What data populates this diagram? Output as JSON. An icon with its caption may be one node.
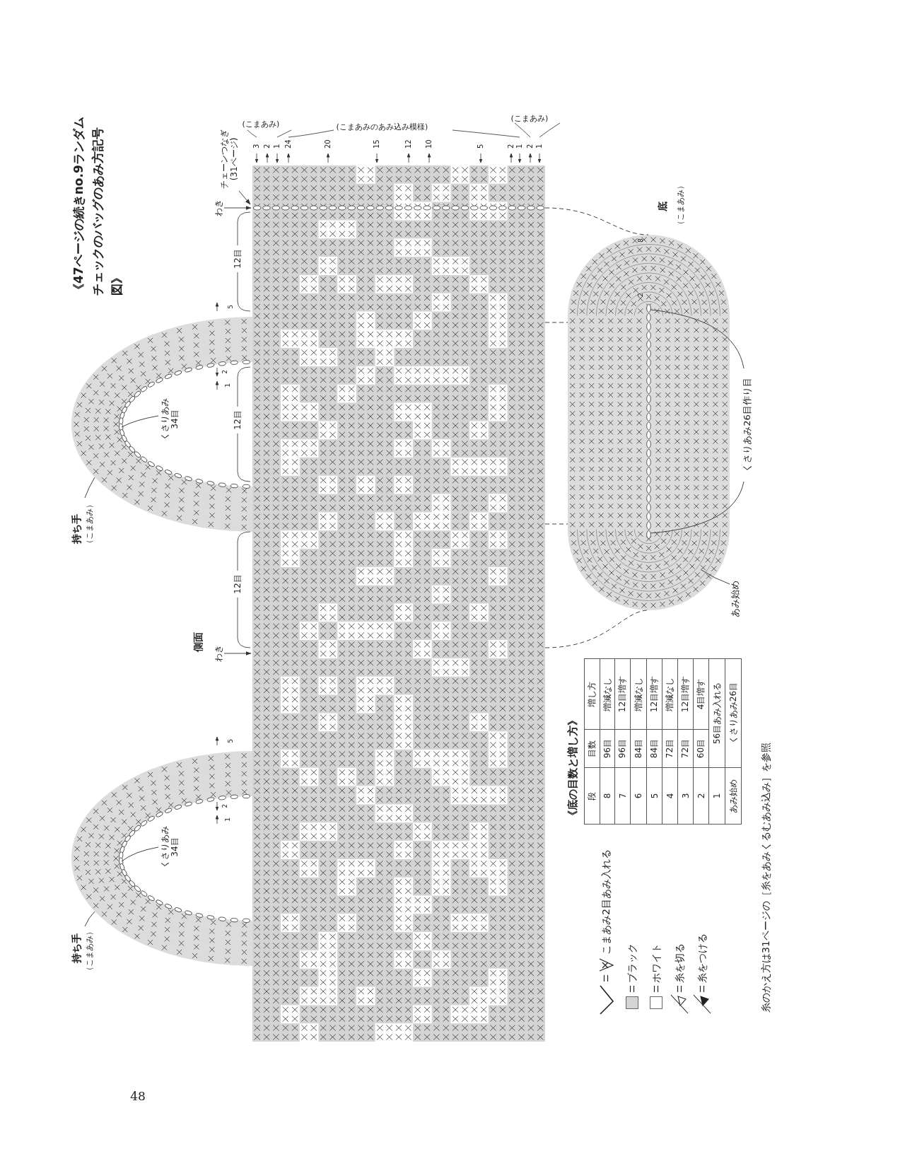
{
  "diagram": {
    "title": "《47ページの続きno.9ランダムチェックのバッグのあみ方記号図》",
    "nodes": [
      {
        "text": [
          "側面"
        ]
      },
      {
        "text": [
          "持ち手",
          "（こまあみ）"
        ]
      },
      {
        "text": [],
        "shape": "picture"
      },
      {
        "text": [
          "くさりあみ34目"
        ]
      },
      {
        "text": [
          "持ち手",
          "（こまあみ）"
        ]
      },
      {
        "text": [],
        "shape": "picture"
      },
      {
        "text": [
          "くさりあみ34目"
        ]
      },
      {
        "text": [
          "わき"
        ]
      },
      {
        "text": [
          "チェーンつなぎ(31ページ)"
        ]
      },
      {
        "text": [
          "わき"
        ]
      },
      {
        "text": [
          "底",
          "（こまあみ）"
        ]
      },
      {
        "text": [
          "くさりあみ26目作り目"
        ]
      },
      {
        "text": [
          "あみ始め"
        ]
      }
    ],
    "edges": [
      {
        "from": 0,
        "to": 10,
        "arrow": "none",
        "style": "dashed"
      },
      {
        "from": 0,
        "to": 10,
        "arrow": "none",
        "style": "dashed"
      },
      {
        "from": 0,
        "to": 10,
        "arrow": "none",
        "style": "dashed"
      },
      {
        "from": 0,
        "to": 10,
        "arrow": "none",
        "style": "dashed"
      },
      {
        "from": 1,
        "to": 2,
        "arrow": "none"
      },
      {
        "from": 3,
        "to": 2,
        "arrow": "none"
      },
      {
        "from": 4,
        "to": 5,
        "arrow": "none"
      },
      {
        "from": 6,
        "to": 5,
        "arrow": "none"
      },
      {
        "from": 7,
        "to": 0,
        "arrow": "to"
      },
      {
        "from": 8,
        "to": 0,
        "arrow": "to"
      },
      {
        "from": 9,
        "to": 0,
        "arrow": "to"
      },
      {
        "from": 11,
        "to": 10,
        "arrow": "none"
      },
      {
        "from": 11,
        "to": 10,
        "arrow": "none"
      },
      {
        "from": 12,
        "to": 10,
        "arrow": "none"
      }
    ],
    "labels": [
      "(こまあみ)",
      "(こまあみのあみ込み模様)",
      "(こまあみ)",
      "3",
      "2",
      "1",
      "24",
      "20",
      "15",
      "12",
      "10",
      "5",
      "2",
      "1",
      "2",
      "1",
      "12目",
      "12目",
      "12目",
      "5",
      "2",
      "1",
      "5",
      "2",
      "1",
      "8",
      "2",
      "《底の目数と増し方》",
      "段",
      "目数",
      "増し方",
      "8",
      "96目",
      "増減なし",
      "7",
      "96目",
      "12目増す",
      "6",
      "84目",
      "増減なし",
      "5",
      "84目",
      "12目増す",
      "4",
      "72目",
      "増減なし",
      "3",
      "72目",
      "12目増す",
      "2",
      "60目",
      "4目増す",
      "1",
      "56目あみ入れる",
      "あみ始め",
      "くさりあみ26目",
      "糸のかえ方は31ページの［糸をあみくるむあみ込み］を参照",
      "48"
    ],
    "legend": [
      {
        "text": "こまあみ2目あみ入れる"
      },
      {
        "text": "ブラック",
        "color": "#d4d4d4"
      },
      {
        "text": "ホワイト",
        "color": "#ffffff"
      },
      {
        "text": "糸を切る"
      },
      {
        "text": "糸をつける"
      }
    ]
  }
}
